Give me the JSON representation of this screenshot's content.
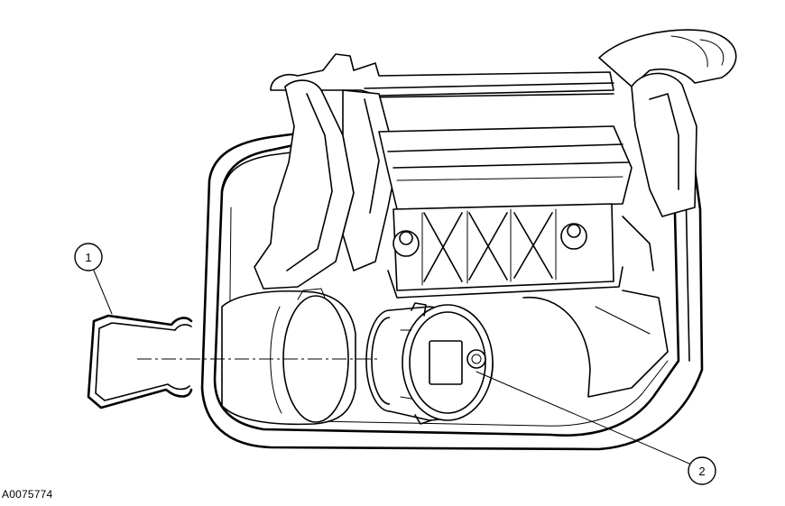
{
  "figure_id": "A0075774",
  "callouts": [
    {
      "number": "1"
    },
    {
      "number": "2"
    }
  ]
}
